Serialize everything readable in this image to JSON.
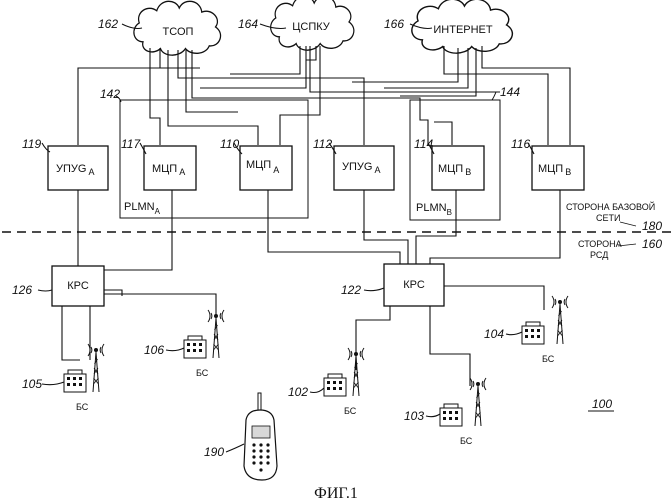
{
  "clouds": [
    {
      "ref": "162",
      "label": "ТСОП"
    },
    {
      "ref": "164",
      "label": "ЦСПКУ"
    },
    {
      "ref": "166",
      "label": "ИНТЕРНЕТ"
    }
  ],
  "boxes": [
    {
      "ref": "119",
      "main": "УПУG",
      "sub": "A"
    },
    {
      "ref": "117",
      "main": "МЦП",
      "sub": "A"
    },
    {
      "ref": "110",
      "main": "МЦП",
      "sub": "A"
    },
    {
      "ref": "112",
      "main": "УПУG",
      "sub": "A"
    },
    {
      "ref": "114",
      "main": "МЦП",
      "sub": "B"
    },
    {
      "ref": "116",
      "main": "МЦП",
      "sub": "B"
    }
  ],
  "plmn": [
    {
      "ref": "142",
      "main": "PLMN",
      "sub": "A"
    },
    {
      "ref": "144",
      "main": "PLMN",
      "sub": "B"
    }
  ],
  "krs": [
    {
      "ref": "126",
      "label": "КРС"
    },
    {
      "ref": "122",
      "label": "КРС"
    }
  ],
  "stations": [
    {
      "ref": "105",
      "label": "БС"
    },
    {
      "ref": "106",
      "label": "БС"
    },
    {
      "ref": "102",
      "label": "БС"
    },
    {
      "ref": "103",
      "label": "БС"
    },
    {
      "ref": "104",
      "label": "БС"
    }
  ],
  "sides": {
    "base_line1": "СТОРОНА БАЗОВОЙ",
    "base_line2": "СЕТИ",
    "base_ref": "180",
    "rsd_line1": "СТОРОНА",
    "rsd_line2": "РСД",
    "rsd_ref": "160"
  },
  "mobile_ref": "190",
  "system_ref": "100",
  "figure_caption": "ФИГ.1"
}
